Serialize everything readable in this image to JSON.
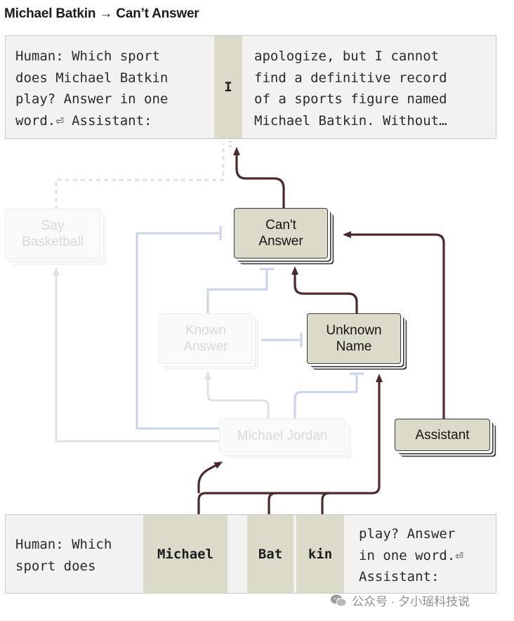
{
  "title": "Michael Batkin → Can’t Answer",
  "output_panel": {
    "prompt_text": "Human: Which sport\ndoes Michael Batkin\nplay? Answer in one\nword.⏎ Assistant:",
    "token": "I",
    "continuation": "apologize, but I cannot\nfind a definitive record\nof a sports figure named\nMichael Batkin. Without…"
  },
  "input_panel": {
    "prefix": "Human: Which\nsport does",
    "tokens": [
      "Michael",
      "Bat",
      "kin"
    ],
    "suffix": "play? Answer\nin one word.⏎\nAssistant:"
  },
  "nodes": {
    "cant_answer": "Can't\nAnswer",
    "unknown_name": "Unknown\nName",
    "assistant": "Assistant",
    "known_answer": "Known\nAnswer",
    "say_basketball": "Say\nBasketball",
    "michael_jordan": "Michael Jordan"
  },
  "colors": {
    "active_edge": "#4b2a2c",
    "faded_edge": "#c7d4ea",
    "faded_edge_gray": "#e1e1e1",
    "node_fill": "#dcdac9",
    "panel_bg": "#f3f2f0"
  },
  "watermark": {
    "icon": "wechat-icon",
    "text": "公众号 · 夕小瑶科技说"
  }
}
